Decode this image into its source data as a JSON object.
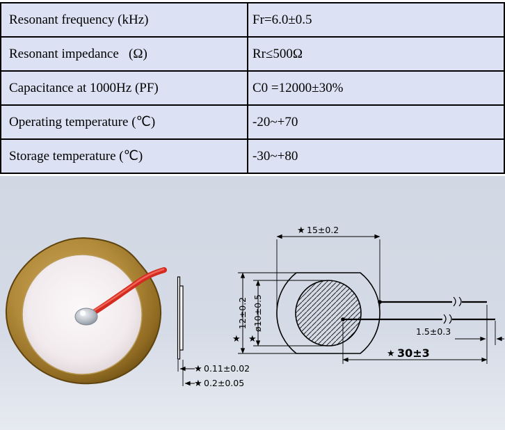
{
  "table": {
    "rows": [
      {
        "label": "Resonant frequency (kHz)",
        "value": "Fr=6.0±0.5"
      },
      {
        "label": "Resonant impedance   (Ω)",
        "value": "Rr≤500Ω"
      },
      {
        "label": "Capacitance at 1000Hz (PF)",
        "value": "C0 =12000±30%"
      },
      {
        "label": "Operating temperature (℃)",
        "value": "-20~+70"
      },
      {
        "label": "Storage temperature (℃)",
        "value": "-30~+80"
      }
    ]
  },
  "drawing": {
    "star": "★",
    "dim_outer_width": "15±0.2",
    "dim_outer_height": "12±0.2",
    "dim_ceramic_diameter": "ø10±0.5",
    "dim_lead_end_offset": "1.5±0.3",
    "dim_lead_length": "30±3",
    "dim_plate_thickness": "0.11±0.02",
    "dim_total_thickness": "0.2±0.05"
  },
  "colors": {
    "table_row_bg": "#dce2f4",
    "panel_bg": "#d4dae5",
    "brass": "#b18a3a",
    "wire_red": "#d32b20"
  }
}
